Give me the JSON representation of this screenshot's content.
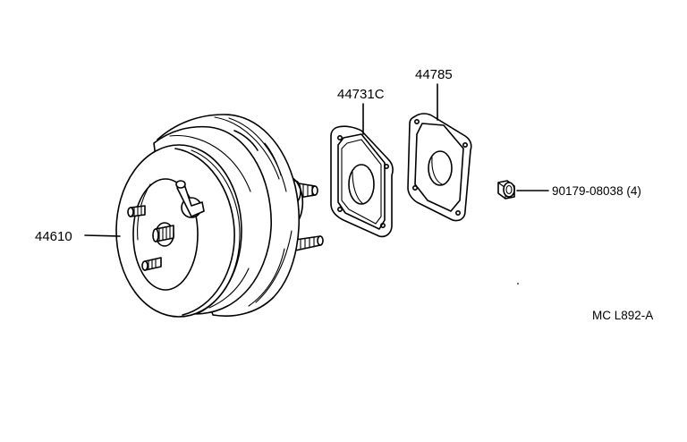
{
  "parts": [
    {
      "id": "booster",
      "number": "44610"
    },
    {
      "id": "gasket",
      "number": "44731C"
    },
    {
      "id": "plate",
      "number": "44785"
    },
    {
      "id": "nut",
      "number": "90179-08038 (4)"
    }
  ],
  "figure_code": "MC L892-A"
}
